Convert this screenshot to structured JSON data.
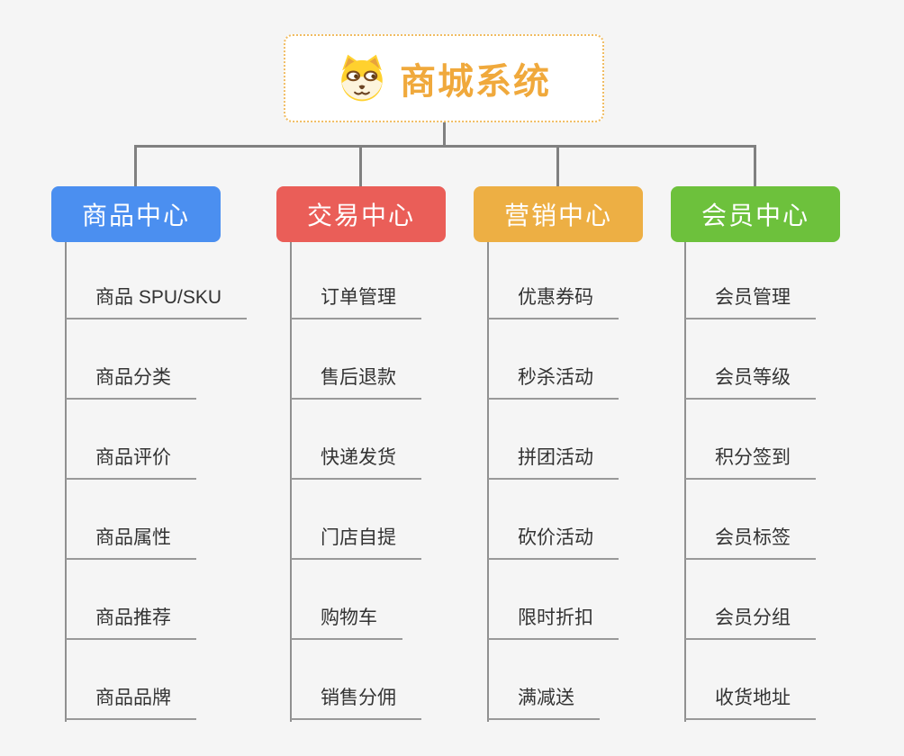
{
  "page": {
    "background": "#f5f5f5",
    "connector_color": "#808080",
    "leaf_line_color": "#999999"
  },
  "root": {
    "title": "商城系统",
    "icon": "dog-face-icon",
    "text_color": "#f0a93c",
    "border_color": "#f0bc62",
    "background": "#ffffff"
  },
  "branches": [
    {
      "label": "商品中心",
      "color": "#4b8ff0",
      "items": [
        "商品 SPU/SKU",
        "商品分类",
        "商品评价",
        "商品属性",
        "商品推荐",
        "商品品牌"
      ]
    },
    {
      "label": "交易中心",
      "color": "#ea5e58",
      "items": [
        "订单管理",
        "售后退款",
        "快递发货",
        "门店自提",
        "购物车",
        "销售分佣"
      ]
    },
    {
      "label": "营销中心",
      "color": "#edaf44",
      "items": [
        "优惠券码",
        "秒杀活动",
        "拼团活动",
        "砍价活动",
        "限时折扣",
        "满减送"
      ]
    },
    {
      "label": "会员中心",
      "color": "#6dc13c",
      "items": [
        "会员管理",
        "会员等级",
        "积分签到",
        "会员标签",
        "会员分组",
        "收货地址"
      ]
    }
  ]
}
